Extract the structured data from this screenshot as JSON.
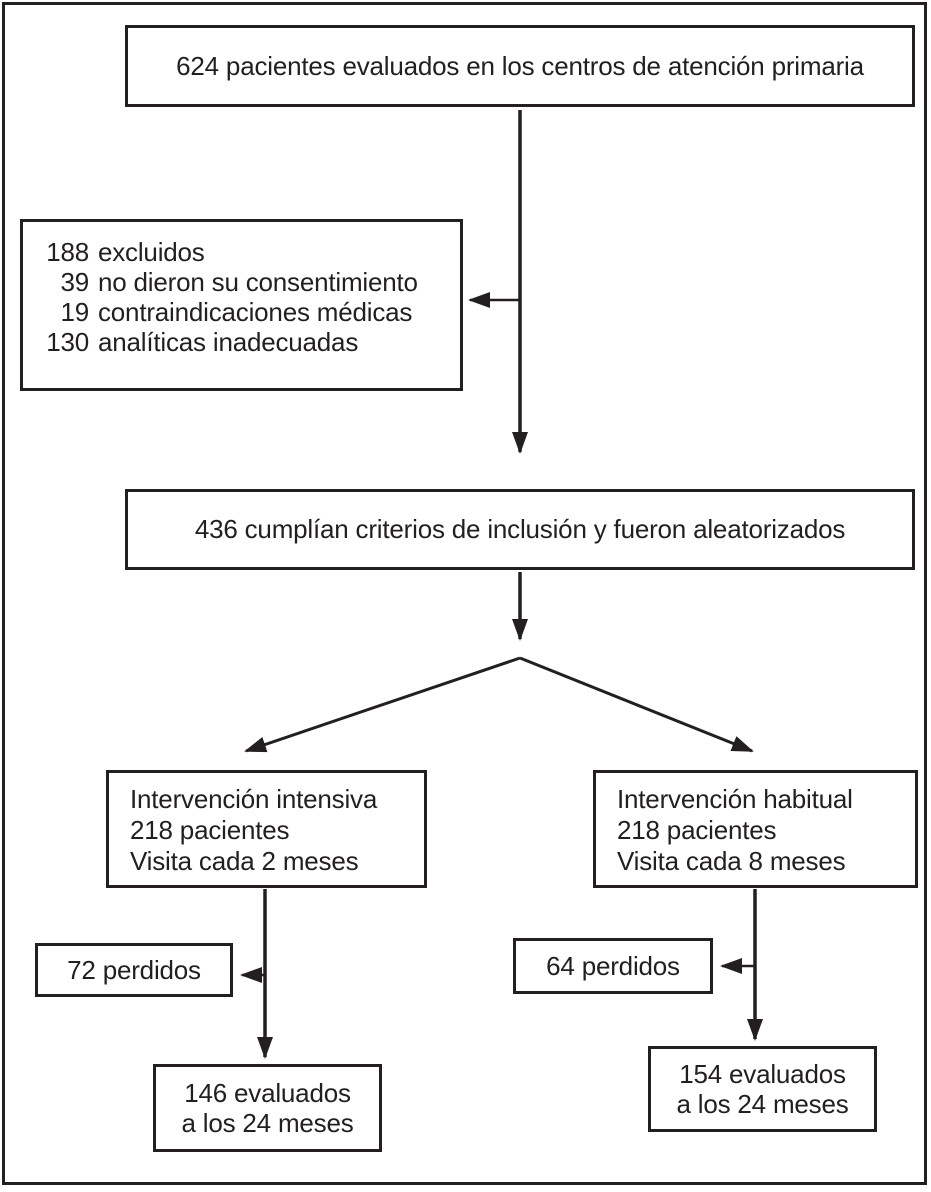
{
  "diagram": {
    "boxes": {
      "assessed": {
        "text": "624 pacientes evaluados en los centros de atención primaria"
      },
      "excluded": {
        "items": [
          {
            "count": "188",
            "label": "excluidos"
          },
          {
            "count": "39",
            "label": "no dieron su consentimiento"
          },
          {
            "count": "19",
            "label": "contraindicaciones médicas"
          },
          {
            "count": "130",
            "label": "analíticas inadecuadas"
          }
        ]
      },
      "randomized": {
        "text": "436 cumplían criterios de inclusión y fueron aleatorizados"
      },
      "intensive": {
        "lines": [
          "Intervención intensiva",
          "218 pacientes",
          "Visita cada 2 meses"
        ]
      },
      "habitual": {
        "lines": [
          "Intervención habitual",
          "218 pacientes",
          "Visita cada 8 meses"
        ]
      },
      "lost_intensive": {
        "text": "72 perdidos"
      },
      "lost_habitual": {
        "text": "64 perdidos"
      },
      "evaluated_intensive": {
        "lines": [
          "146 evaluados",
          "a los 24 meses"
        ]
      },
      "evaluated_habitual": {
        "lines": [
          "154 evaluados",
          "a los 24 meses"
        ]
      }
    },
    "colors": {
      "ink": "#231f20",
      "background": "#ffffff"
    }
  }
}
